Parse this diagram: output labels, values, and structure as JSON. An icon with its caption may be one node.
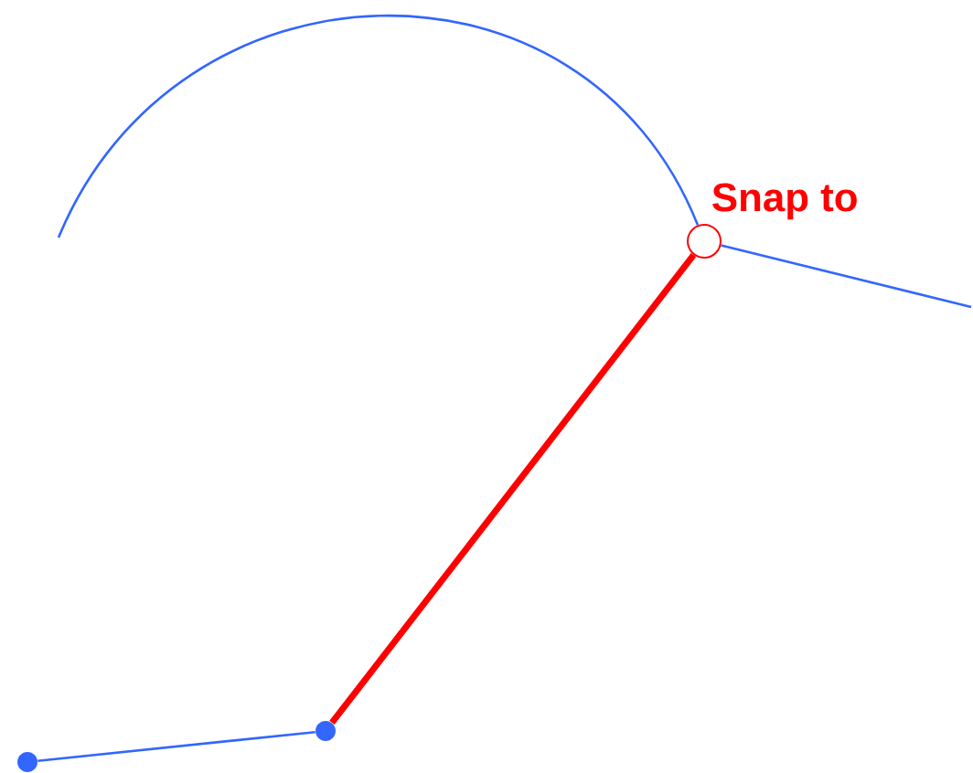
{
  "diagram": {
    "nodes": [
      {
        "text": [],
        "shape": "circle"
      },
      {
        "text": [],
        "shape": "circle"
      },
      {
        "text": [],
        "shape": "circle",
        "beside": [
          "Snap to"
        ]
      }
    ],
    "edges": [
      {
        "from": 0,
        "to": 1,
        "arrow": "none"
      },
      {
        "from": 1,
        "to": 2,
        "arrow": "none",
        "style": "thick",
        "color": "#ff0000"
      },
      {
        "from": null,
        "to": 2,
        "arrow": "none"
      },
      {
        "from": 2,
        "to": null,
        "arrow": "none"
      }
    ]
  }
}
